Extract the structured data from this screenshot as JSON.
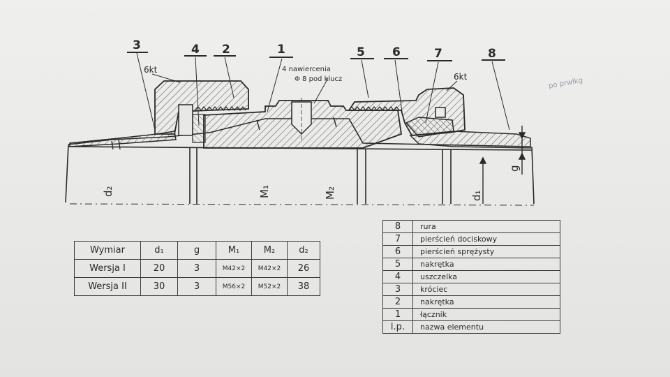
{
  "drawing": {
    "callouts": [
      "3",
      "4",
      "2",
      "1",
      "5",
      "6",
      "7",
      "8"
    ],
    "note_hex_left": "6kt",
    "note_hex_right": "6kt",
    "note_drill_line1": "4 nawiercenia",
    "note_drill_line2": "Φ 8 pod klucz",
    "dim_d2": "d₂",
    "dim_m1": "M₁",
    "dim_m2": "M₂",
    "dim_d1": "d₁",
    "dim_g": "g",
    "margin_note": "po prwłkg"
  },
  "dimensions_table": {
    "headers": [
      "Wymiar",
      "d₁",
      "g",
      "M₁",
      "M₂",
      "d₂"
    ],
    "rows": [
      [
        "Wersja I",
        "20",
        "3",
        "M42×2",
        "M42×2",
        "26"
      ],
      [
        "Wersja II",
        "30",
        "3",
        "M56×2",
        "M52×2",
        "38"
      ]
    ]
  },
  "parts_table": {
    "rows": [
      [
        "8",
        "rura"
      ],
      [
        "7",
        "pierścień dociskowy"
      ],
      [
        "6",
        "pierścień sprężysty"
      ],
      [
        "5",
        "nakrętka"
      ],
      [
        "4",
        "uszczelka"
      ],
      [
        "3",
        "króciec"
      ],
      [
        "2",
        "nakrętka"
      ],
      [
        "1",
        "łącznik"
      ]
    ],
    "footer": [
      "l.p.",
      "nazwa elementu"
    ]
  },
  "colors": {
    "ink": "#2a2a2a",
    "paper": "#ececea",
    "hatch": "#555555"
  }
}
